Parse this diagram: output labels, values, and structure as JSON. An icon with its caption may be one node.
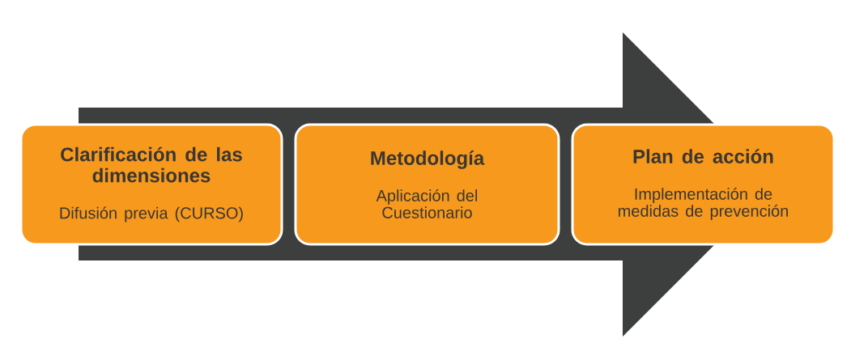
{
  "diagram": {
    "nodes": [
      {
        "text": [
          "Clarificación de las dimensiones",
          "Difusión previa (CURSO)"
        ]
      },
      {
        "text": [
          "Metodología",
          "Aplicación del Cuestionario"
        ]
      },
      {
        "text": [
          "Plan de acción",
          "Implementación de medidas de prevención"
        ]
      }
    ]
  }
}
